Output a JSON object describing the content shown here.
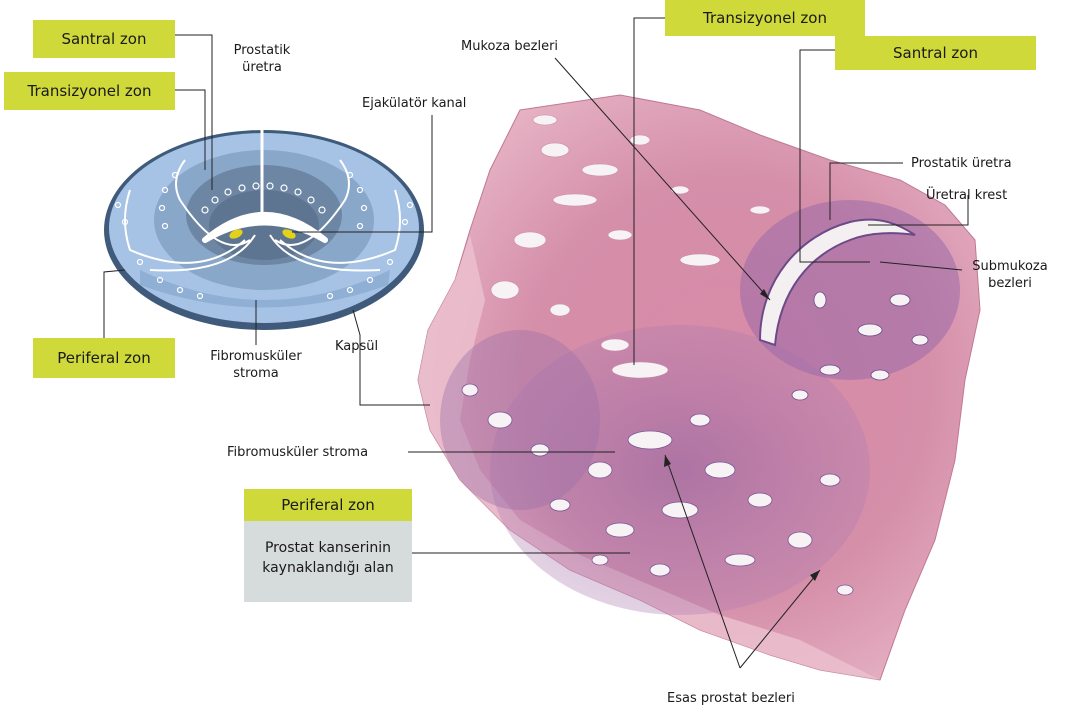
{
  "badges": {
    "santral_zon_left": "Santral zon",
    "transizyonel_zon_left": "Transizyonel zon",
    "periferal_zon_left": "Periferal zon",
    "transizyonel_zon_right": "Transizyonel zon",
    "santral_zon_right": "Santral zon",
    "periferal_zon_box": "Periferal zon"
  },
  "schematic": {
    "prostatik_uretra": [
      "Prostatik",
      "üretra"
    ],
    "ejakulator_kanal": "Ejakülatör kanal",
    "fibromuskuler_stroma": [
      "Fibromusküler",
      "stroma"
    ],
    "kapsul": "Kapsül"
  },
  "histology": {
    "mukoza_bezleri": "Mukoza bezleri",
    "prostatik_uretra": "Prostatik üretra",
    "uretral_krest": "Üretral krest",
    "submukoza_bezleri": [
      "Submukoza",
      "bezleri"
    ],
    "fibromuskuler_stroma": "Fibromusküler stroma",
    "esas_prostat_bezleri": "Esas prostat bezleri"
  },
  "info_box": {
    "text": [
      "Prostat kanserinin",
      "kaynaklandığı alan"
    ]
  }
}
